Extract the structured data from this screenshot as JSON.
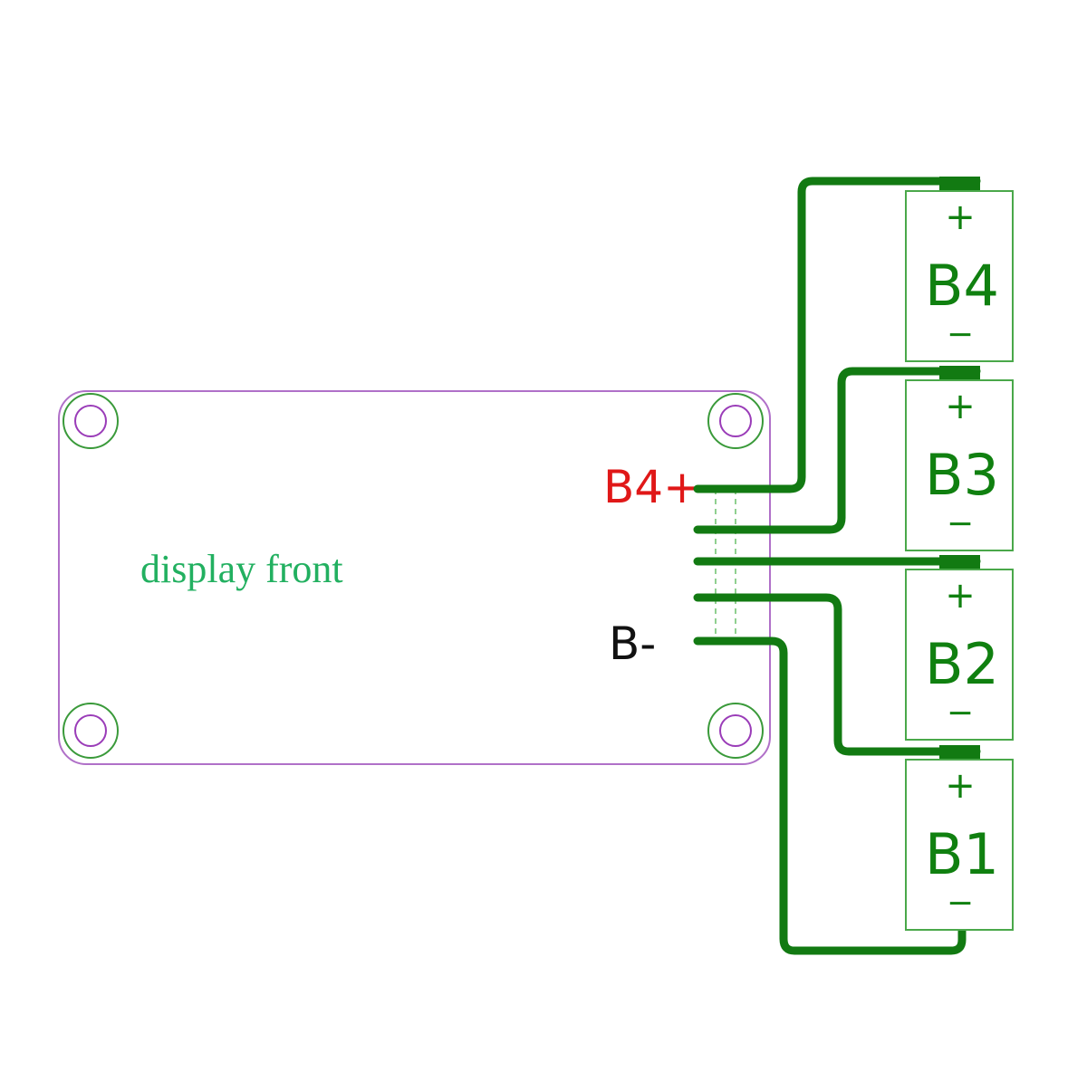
{
  "colors": {
    "board_outline": "#b070c8",
    "hole_inner": "#9a3cb8",
    "hole_outer": "#3a9a3a",
    "wire": "#127a12",
    "cell_outline": "#4aa84a",
    "cell_text": "#108010",
    "label_positive": "#e01818",
    "label_negative": "#111111",
    "board_text": "#22b060",
    "dashed_guides": "#6cc06c"
  },
  "board": {
    "label": "display front"
  },
  "pins": {
    "positive_label": "B4+",
    "negative_label": "B-"
  },
  "cells": [
    {
      "name": "B4",
      "plus": "+",
      "minus": "−"
    },
    {
      "name": "B3",
      "plus": "+",
      "minus": "−"
    },
    {
      "name": "B2",
      "plus": "+",
      "minus": "−"
    },
    {
      "name": "B1",
      "plus": "+",
      "minus": "−"
    }
  ],
  "icons": {
    "mounting_hole": "mounting-hole-icon",
    "battery_cell": "battery-cell-icon"
  }
}
